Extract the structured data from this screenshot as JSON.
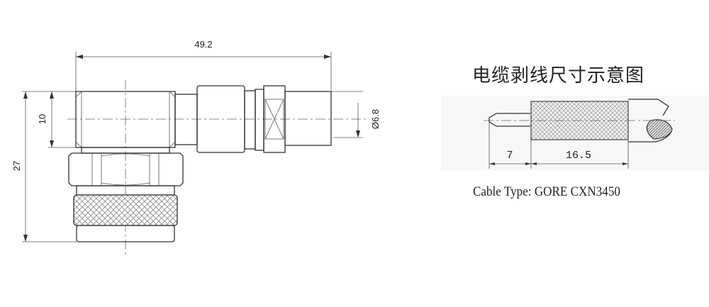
{
  "connector_drawing": {
    "dimensions": {
      "overall_length": "49.2",
      "body_height": "10",
      "overall_height": "27",
      "cable_diameter": "Ø6.8"
    }
  },
  "strip_diagram": {
    "title": "电缆剥线尺寸示意图",
    "dimensions": {
      "pin_length": "7",
      "braid_length": "16.5"
    },
    "caption": "Cable Type: GORE CXN3450"
  }
}
